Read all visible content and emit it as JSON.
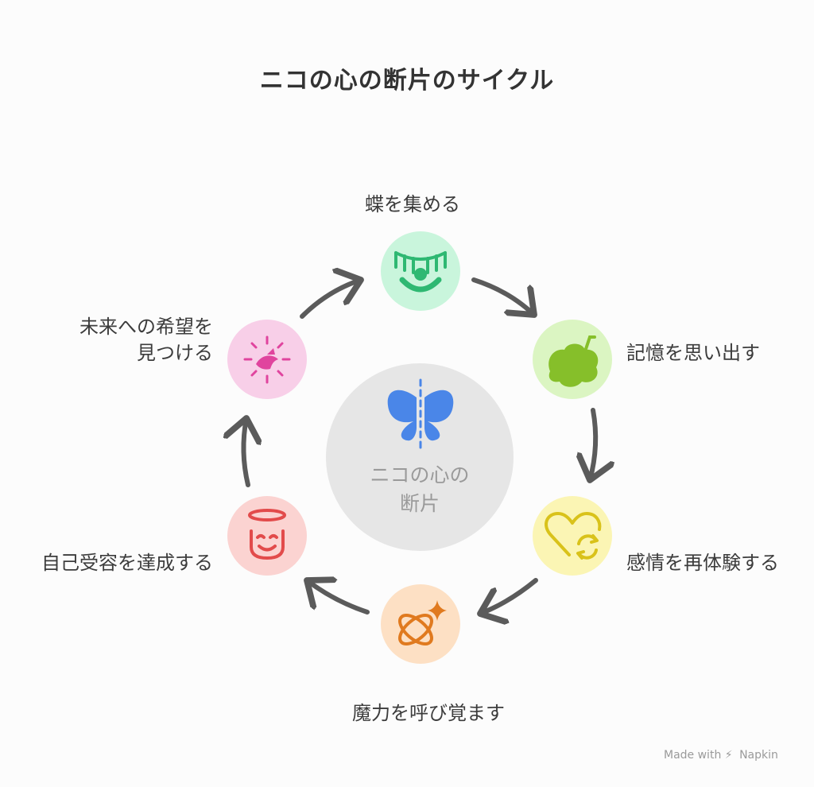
{
  "title": "ニコの心の断片のサイクル",
  "center": {
    "line1": "ニコの心の",
    "line2": "断片"
  },
  "steps": [
    {
      "label": "蝶を集める",
      "icon": "butterfly-net-icon",
      "color": "#c9f5dc",
      "accent": "#2eb872"
    },
    {
      "label": "記憶を思い出す",
      "icon": "brain-recall-icon",
      "color": "#dbf5c2",
      "accent": "#86bf2a"
    },
    {
      "label": "感情を再体験する",
      "icon": "heart-cycle-icon",
      "color": "#fbf5b4",
      "accent": "#d9c21a"
    },
    {
      "label": "魔力を呼び覚ます",
      "icon": "magic-orbit-icon",
      "color": "#fde0c4",
      "accent": "#e07a1f"
    },
    {
      "label": "自己受容を達成する",
      "icon": "halo-face-icon",
      "color": "#fbd3d1",
      "accent": "#e24b4b"
    },
    {
      "label_line1": "未来への希望を",
      "label_line2": "見つける",
      "icon": "sunrise-bird-icon",
      "color": "#f8cfe8",
      "accent": "#e0449e"
    }
  ],
  "credit": {
    "made_with": "Made with",
    "brand": "Napkin"
  }
}
